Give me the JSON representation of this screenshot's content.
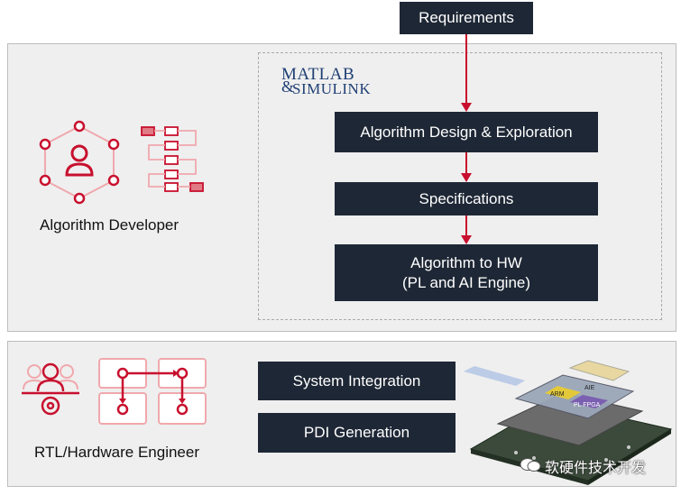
{
  "requirements": "Requirements",
  "logo": {
    "line1": "MATLAB",
    "line2": "SIMULINK",
    "amp": "&"
  },
  "top_panel": {
    "role_label": "Algorithm Developer",
    "steps": [
      "Algorithm Design & Exploration",
      "Specifications",
      "Algorithm to HW\n(PL and AI Engine)"
    ]
  },
  "bottom_panel": {
    "role_label": "RTL/Hardware Engineer",
    "steps": [
      "System Integration",
      "PDI Generation"
    ]
  },
  "chip_labels": [
    "ARM",
    "AIE",
    "PL FPGA"
  ],
  "watermark": "软硬件技术开发",
  "colors": {
    "dark": "#1e2735",
    "accent": "#c8102e",
    "panel": "#efefef"
  }
}
